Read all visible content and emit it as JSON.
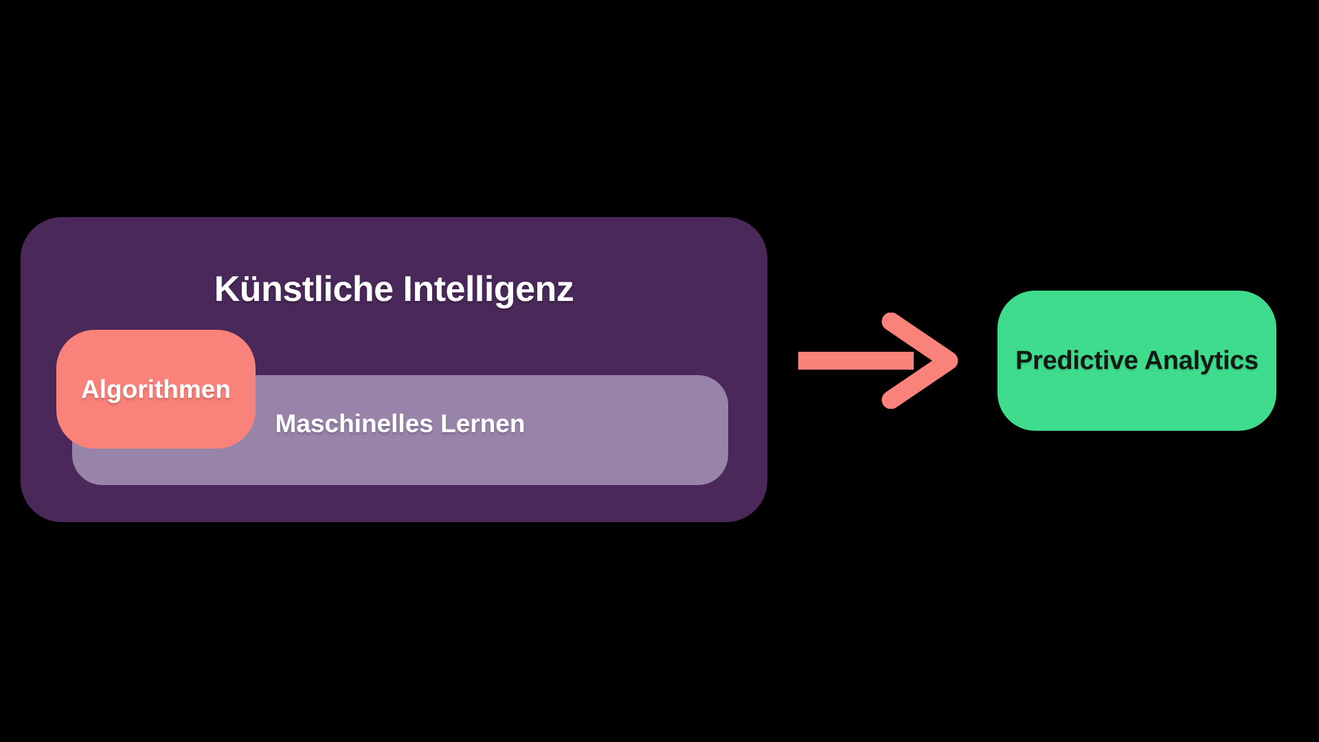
{
  "page": {
    "background_color": "#000000"
  },
  "diagram": {
    "ai_box": {
      "label": "Künstliche Intelligenz",
      "color": "#4A295A",
      "text_color": "#FFFFFF"
    },
    "ml_box": {
      "label": "Maschinelles Lernen",
      "color": "#9884A8",
      "text_color": "#FFFFFF"
    },
    "algorithms_box": {
      "label": "Algorithmen",
      "color": "#F9827A",
      "text_color": "#FFFFFF"
    },
    "arrow": {
      "direction": "right",
      "color": "#F9827A"
    },
    "result_box": {
      "label": "Predictive Analytics",
      "color": "#3EDC8C",
      "text_color": "#111A15"
    }
  }
}
